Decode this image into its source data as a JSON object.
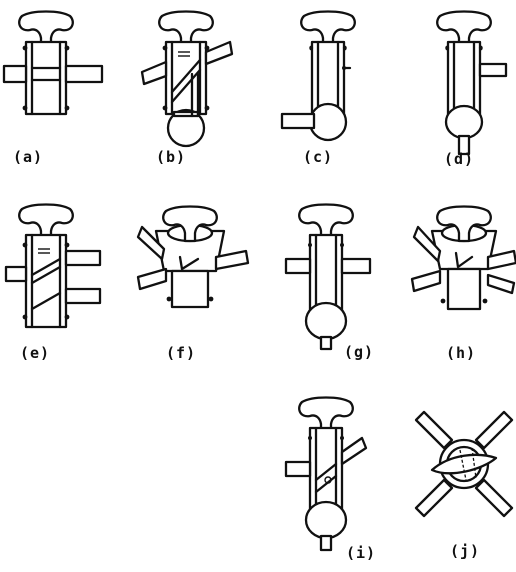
{
  "figure": {
    "panels": [
      {
        "id": "a",
        "label": "(a)"
      },
      {
        "id": "b",
        "label": "(b)"
      },
      {
        "id": "c",
        "label": "(c)"
      },
      {
        "id": "d",
        "label": "(d)"
      },
      {
        "id": "e",
        "label": "(e)"
      },
      {
        "id": "f",
        "label": "(f)"
      },
      {
        "id": "g",
        "label": "(g)"
      },
      {
        "id": "h",
        "label": "(h)"
      },
      {
        "id": "i",
        "label": "(i)"
      },
      {
        "id": "j",
        "label": "(j)"
      }
    ]
  }
}
